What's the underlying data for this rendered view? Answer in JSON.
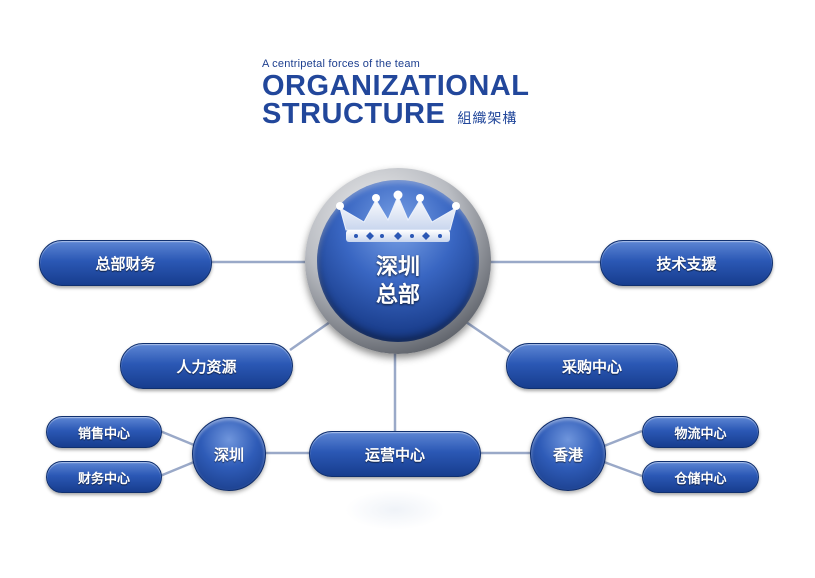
{
  "header": {
    "tagline": "A centripetal forces of the team",
    "title_line1": "ORGANIZATIONAL",
    "title_line2": "STRUCTURE",
    "title_cn": "組織架構"
  },
  "hub": {
    "line1": "深圳",
    "line2": "总部"
  },
  "nodes": {
    "finance_hq": "总部财务",
    "tech_support": "技术支援",
    "hr": "人力资源",
    "procurement": "采购中心",
    "operations": "运营中心",
    "shenzhen": "深圳",
    "hongkong": "香港",
    "sales": "销售中心",
    "finance_center": "财务中心",
    "logistics": "物流中心",
    "warehouse": "仓储中心"
  },
  "colors": {
    "brand": "#22479b",
    "node_fill": "#2b58b5",
    "connector": "#9aa9c8"
  }
}
